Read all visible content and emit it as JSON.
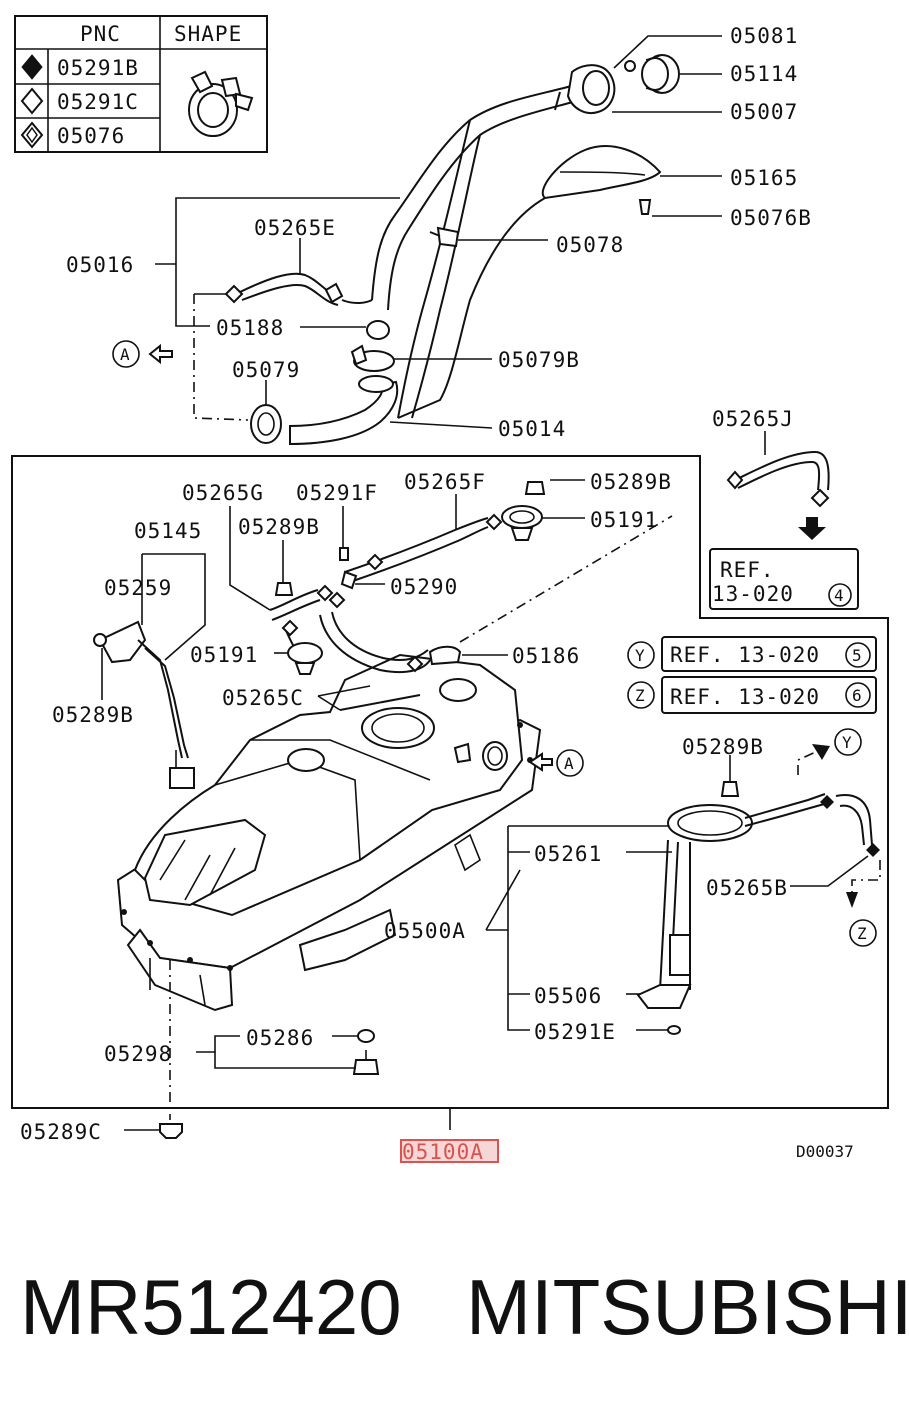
{
  "legend": {
    "headers": [
      "PNC",
      "SHAPE"
    ],
    "rows": [
      {
        "symbol": "solid-diamond-icon",
        "pnc": "05291B"
      },
      {
        "symbol": "hollow-diamond-icon",
        "pnc": "05291C"
      },
      {
        "symbol": "crossed-diamond-icon",
        "pnc": "05076"
      }
    ]
  },
  "labels": {
    "p05081": "05081",
    "p05114": "05114",
    "p05007": "05007",
    "p05165": "05165",
    "p05076B": "05076B",
    "p05078": "05078",
    "p05265E": "05265E",
    "p05016": "05016",
    "p05188": "05188",
    "pA1": "A",
    "p05079": "05079",
    "p05079B": "05079B",
    "p05014": "05014",
    "p05265J": "05265J",
    "p05265G": "05265G",
    "p05291F": "05291F",
    "p05265F": "05265F",
    "p05289B_a": "05289B",
    "p05191_a": "05191",
    "p05145": "05145",
    "p05289B_b": "05289B",
    "p05290": "05290",
    "p05259": "05259",
    "p05191_b": "05191",
    "p05186": "05186",
    "p05289B_c": "05289B",
    "p05265C": "05265C",
    "pA2": "A",
    "p05289B_d": "05289B",
    "p05261": "05261",
    "p05265B": "05265B",
    "p05500A": "05500A",
    "p05506": "05506",
    "p05291E": "05291E",
    "p05298": "05298",
    "p05286": "05286",
    "p05289C": "05289C",
    "p05100A": "05100A",
    "code": "D00037"
  },
  "refs": {
    "ref4_line1": "REF.",
    "ref4_line2": "13-020",
    "ref4_num": "4",
    "refY_marker": "Y",
    "refY_text": "REF. 13-020",
    "refY_num": "5",
    "refZ_marker": "Z",
    "refZ_text": "REF. 13-020",
    "refZ_num": "6",
    "arrowY": "Y",
    "arrowZ": "Z"
  },
  "footer": {
    "part_number": "MR512420",
    "brand": "MITSUBISHI"
  },
  "colors": {
    "ink": "#111111",
    "highlight": "#d9534f",
    "highlight_fill": "#f6d6d6"
  }
}
